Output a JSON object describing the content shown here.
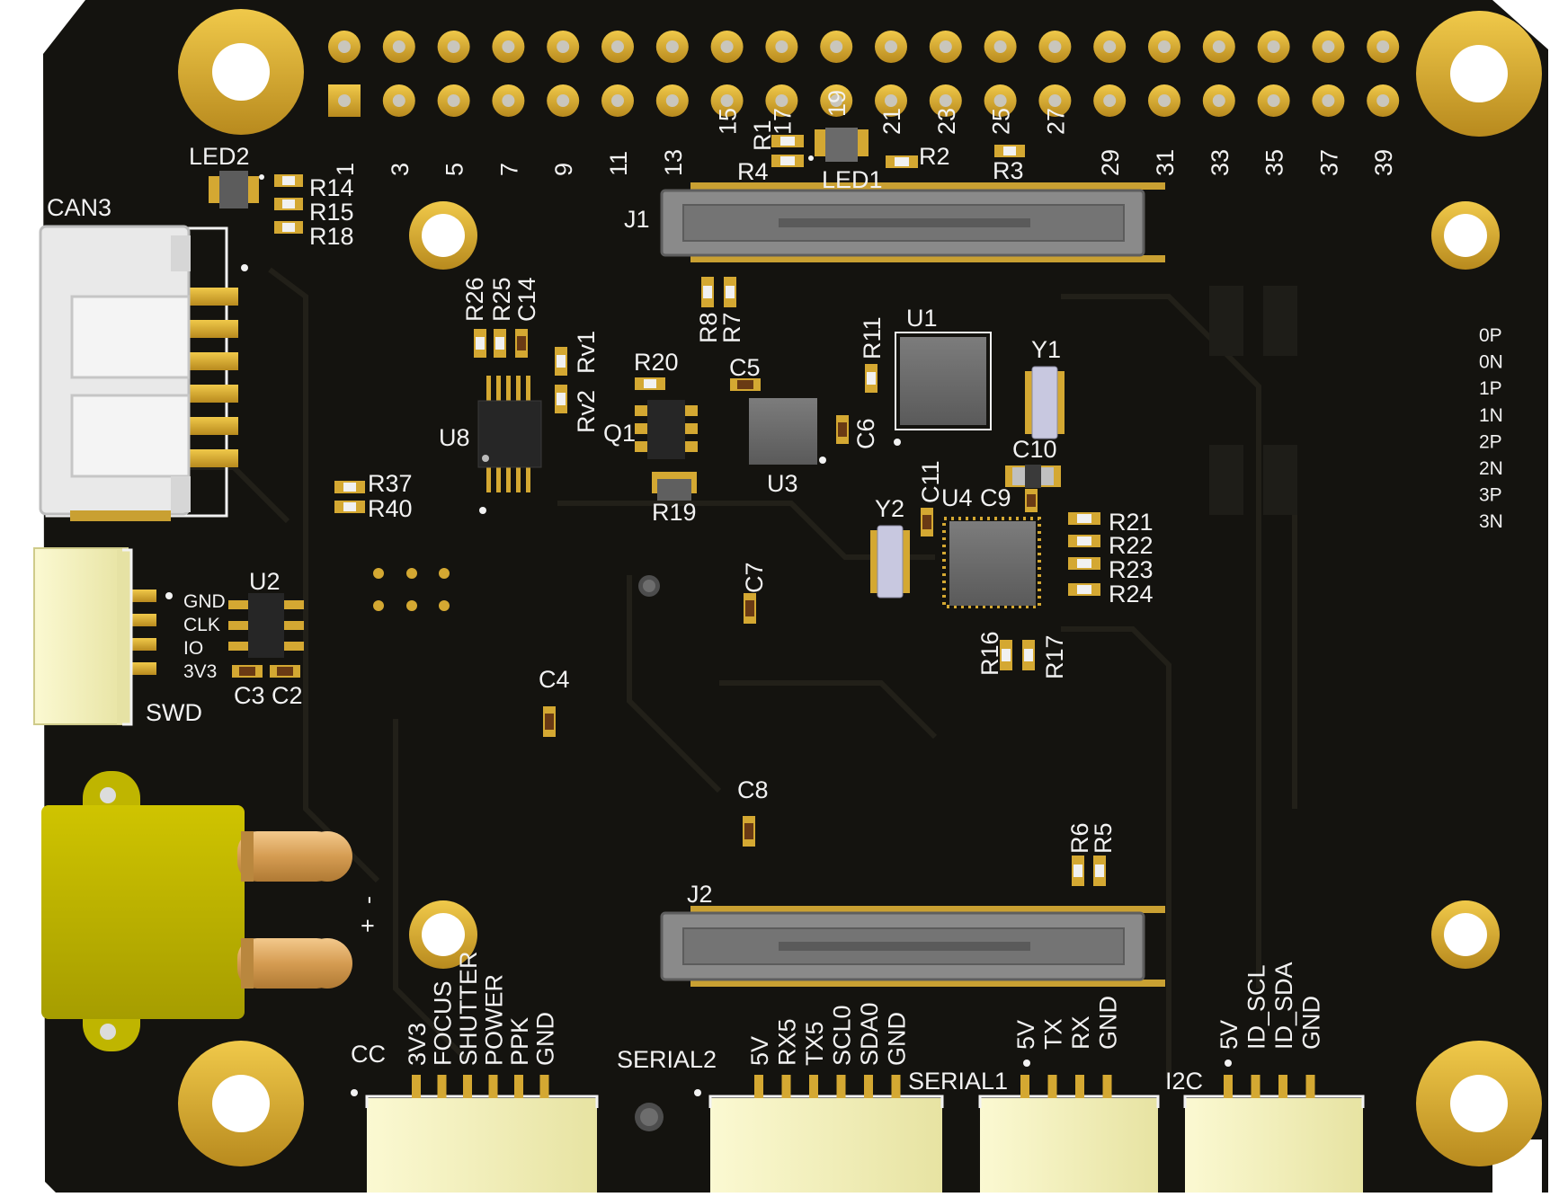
{
  "board": {
    "pcb_color": "#14130f",
    "pad_gold": "#d4a832",
    "connector_beige": "#f2efb4",
    "silk_color": "#f2f2f2"
  },
  "header": {
    "top_numbers": [
      "1",
      "3",
      "5",
      "7",
      "9",
      "11",
      "13",
      "15",
      "17",
      "19",
      "21",
      "23",
      "25",
      "27",
      "29",
      "31",
      "33",
      "35",
      "37",
      "39"
    ]
  },
  "designators": {
    "led2": "LED2",
    "can3": "CAN3",
    "r14": "R14",
    "r15": "R15",
    "r18": "R18",
    "j1": "J1",
    "j2": "J2",
    "r1": "R1",
    "r4": "R4",
    "led1": "LED1",
    "r2": "R2",
    "r3": "R3",
    "r26": "R26",
    "r25": "R25",
    "c14": "C14",
    "rv1": "Rv1",
    "rv2": "Rv2",
    "r20": "R20",
    "q1": "Q1",
    "r19": "R19",
    "u8": "U8",
    "r8": "R8",
    "r7": "R7",
    "c5": "C5",
    "u3": "U3",
    "c6": "C6",
    "r11": "R11",
    "u1": "U1",
    "y1": "Y1",
    "c10": "C10",
    "c11": "C11",
    "u4": "U4",
    "c9": "C9",
    "y2": "Y2",
    "r21": "R21",
    "r22": "R22",
    "r23": "R23",
    "r24": "R24",
    "r16": "R16",
    "r17": "R17",
    "r37": "R37",
    "r40": "R40",
    "u2": "U2",
    "c3": "C3",
    "c2": "C2",
    "swd": "SWD",
    "c7": "C7",
    "c4": "C4",
    "c8": "C8",
    "r6": "R6",
    "r5": "R5",
    "cc": "CC",
    "serial2": "SERIAL2",
    "serial1": "SERIAL1",
    "i2c": "I2C",
    "minus": "-",
    "plus": "+"
  },
  "swd_pins": [
    "GND",
    "CLK",
    "IO",
    "3V3"
  ],
  "lane_labels": [
    "0P",
    "0N",
    "1P",
    "1N",
    "2P",
    "2N",
    "3P",
    "3N"
  ],
  "cc_pins": [
    "3V3",
    "FOCUS",
    "SHUTTER",
    "POWER",
    "PPK",
    "GND"
  ],
  "serial2_pins": [
    "5V",
    "RX5",
    "TX5",
    "SCL0",
    "SDA0",
    "GND"
  ],
  "serial1_pins": [
    "5V",
    "TX",
    "RX",
    "GND"
  ],
  "i2c_pins": [
    "5V",
    "ID_SCL",
    "ID_SDA",
    "GND"
  ]
}
